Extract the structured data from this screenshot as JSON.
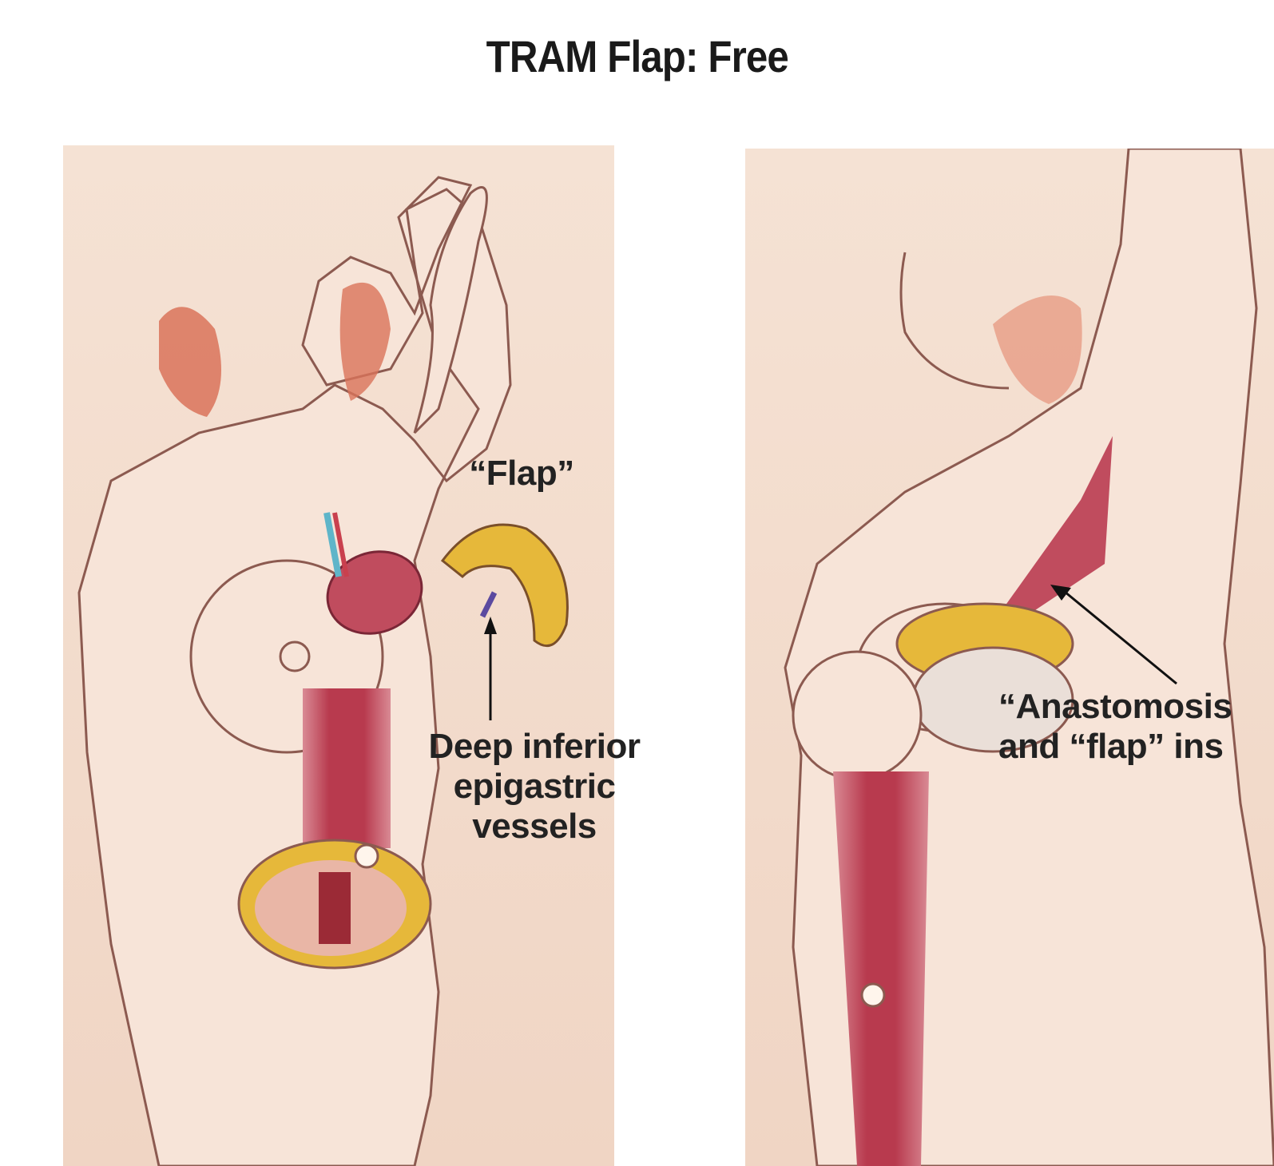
{
  "title": "TRAM Flap: Free",
  "labels": {
    "flap": "“Flap”",
    "vessels_line1": "Deep inferior",
    "vessels_line2": "epigastric",
    "vessels_line3": "vessels",
    "anastomosis_line1": "“Anastomosis",
    "anastomosis_line2": "and “flap” ins"
  },
  "colors": {
    "background_panel": "#f3dccd",
    "skin": "#f7e3d6",
    "muscle": "#b83a4e",
    "fat": "#e6b83a",
    "hair": "#d9735a"
  }
}
